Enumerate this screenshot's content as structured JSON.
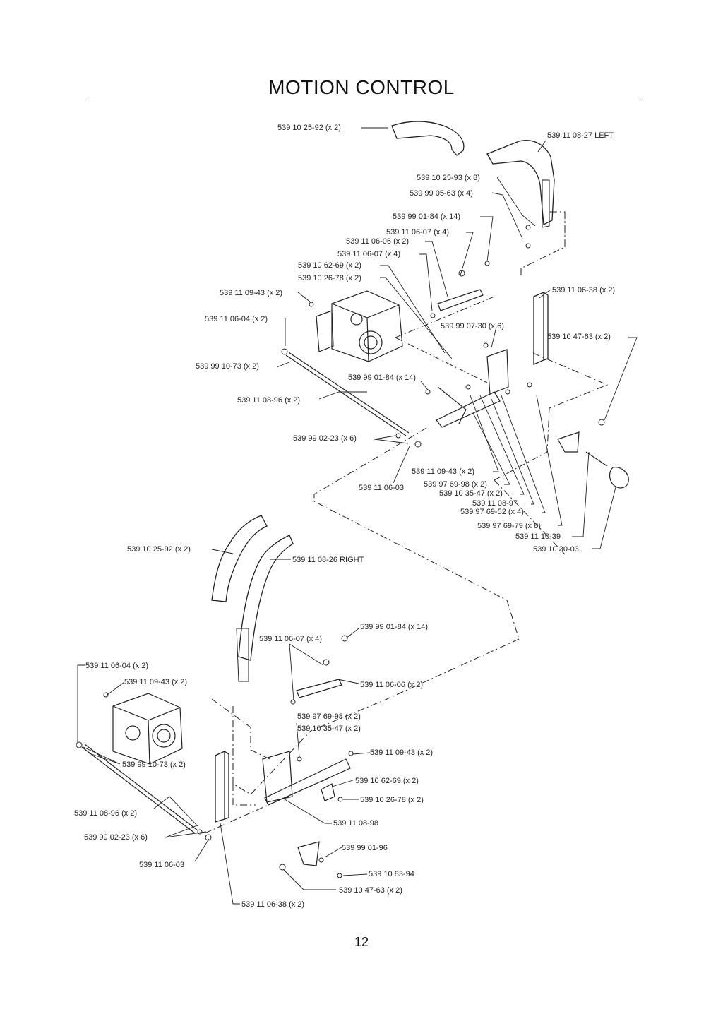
{
  "page": {
    "title": "MOTION CONTROL",
    "page_number": "12"
  },
  "callouts": {
    "top": [
      "539 10 25-92 (x 2)",
      "539 11 08-27 LEFT",
      "539 10 25-93 (x 8)",
      "539 99 05-63 (x 4)",
      "539 99 01-84 (x 14)",
      "539 11 06-07 (x 4)",
      "539 11 06-06 (x 2)",
      "539 11 06-07 (x 4)",
      "539 10 62-69 (x 2)",
      "539 10 26-78 (x 2)",
      "539 11 09-43 (x 2)",
      "539 11 06-38 (x 2)",
      "539 11 06-04 (x 2)",
      "539 99 07-30 (x 6)",
      "539 10 47-63 (x 2)",
      "539 99 10-73 (x 2)",
      "539 99 01-84 (x 14)",
      "539 11 08-96 (x 2)",
      "539 99 02-23 (x 6)",
      "539 11 09-43 (x 2)",
      "539 11 06-03",
      "539 97 69-98 (x 2)",
      "539 10 35-47 (x 2)",
      "539 11 08-97",
      "539 97 69-52 (x 4)",
      "539 97 69-79 (x 8)",
      "539 11 10-39",
      "539 10 30-03"
    ],
    "bottom": [
      "539 10 25-92 (x 2)",
      "539 11 08-26 RIGHT",
      "539 99 01-84 (x 14)",
      "539 11 06-07 (x 4)",
      "539 11 06-04 (x 2)",
      "539 11 09-43 (x 2)",
      "539 11 06-06 (x 2)",
      "539 97 69-98 (x 2)",
      "539 10 35-47 (x 2)",
      "539 11 09-43 (x 2)",
      "539 99 10-73 (x 2)",
      "539 10 62-69 (x 2)",
      "539 10 26-78 (x 2)",
      "539 11 08-96 (x 2)",
      "539 11 08-98",
      "539 99 02-23 (x 6)",
      "539 99 01-96",
      "539 11 06-03",
      "539 10 83-94",
      "539 10 47-63 (x 2)",
      "539 11 06-38 (x 2)"
    ]
  }
}
